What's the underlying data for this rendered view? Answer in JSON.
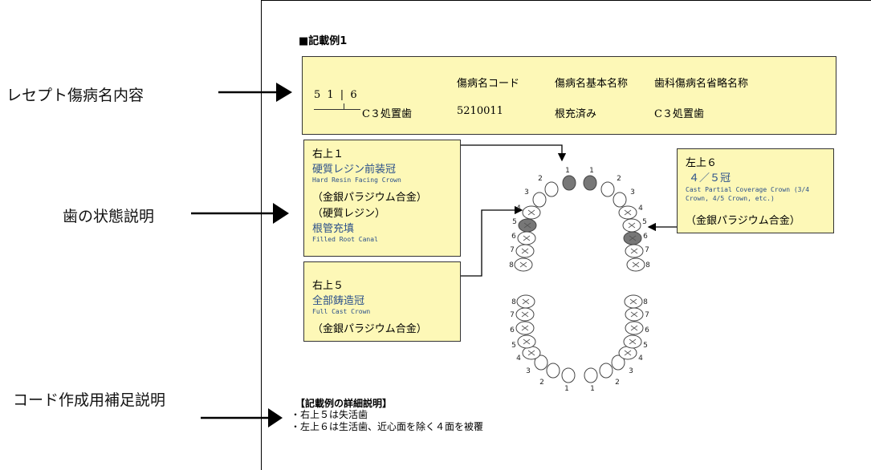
{
  "side_labels": {
    "receipt": "レセプト傷病名内容",
    "tooth_state": "歯の状態説明",
    "code_note": "コード作成用補足説明"
  },
  "example": {
    "title": "■記載例1",
    "tooth_notation_top": "5 1 | 6",
    "tooth_notation_bottom": "C３処置歯",
    "headers": [
      "傷病名コード",
      "傷病名基本名称",
      "歯科傷病名省略名称"
    ],
    "values": [
      "5210011",
      "根充済み",
      "C３処置歯"
    ]
  },
  "box_right_upper_1": {
    "title": "右上１",
    "line1": "硬質レジン前装冠",
    "line1_en": "Hard Resin Facing Crown",
    "line2": "（金銀パラジウム合金）",
    "line3": "（硬質レジン）",
    "line4": "根管充填",
    "line4_en": "Filled Root Canal"
  },
  "box_right_upper_5": {
    "title": "右上５",
    "line1": "全部鋳造冠",
    "line1_en": "Full Cast Crown",
    "line2": "（金銀パラジウム合金）"
  },
  "box_left_upper_6": {
    "title": "左上６",
    "line1": "４／５冠",
    "line1_en": "Cast Partial Coverage Crown (3/4 Crown, 4/5 Crown, etc.)",
    "line2": "（金銀パラジウム合金）"
  },
  "tooth_numbers": [
    "1",
    "2",
    "3",
    "4",
    "5",
    "6",
    "7",
    "8"
  ],
  "detail": {
    "title": "【記載例の詳細説明】",
    "line1": "・右上５は失活歯",
    "line2": "・左上６は生活歯、近心面を除く４面を被覆"
  }
}
